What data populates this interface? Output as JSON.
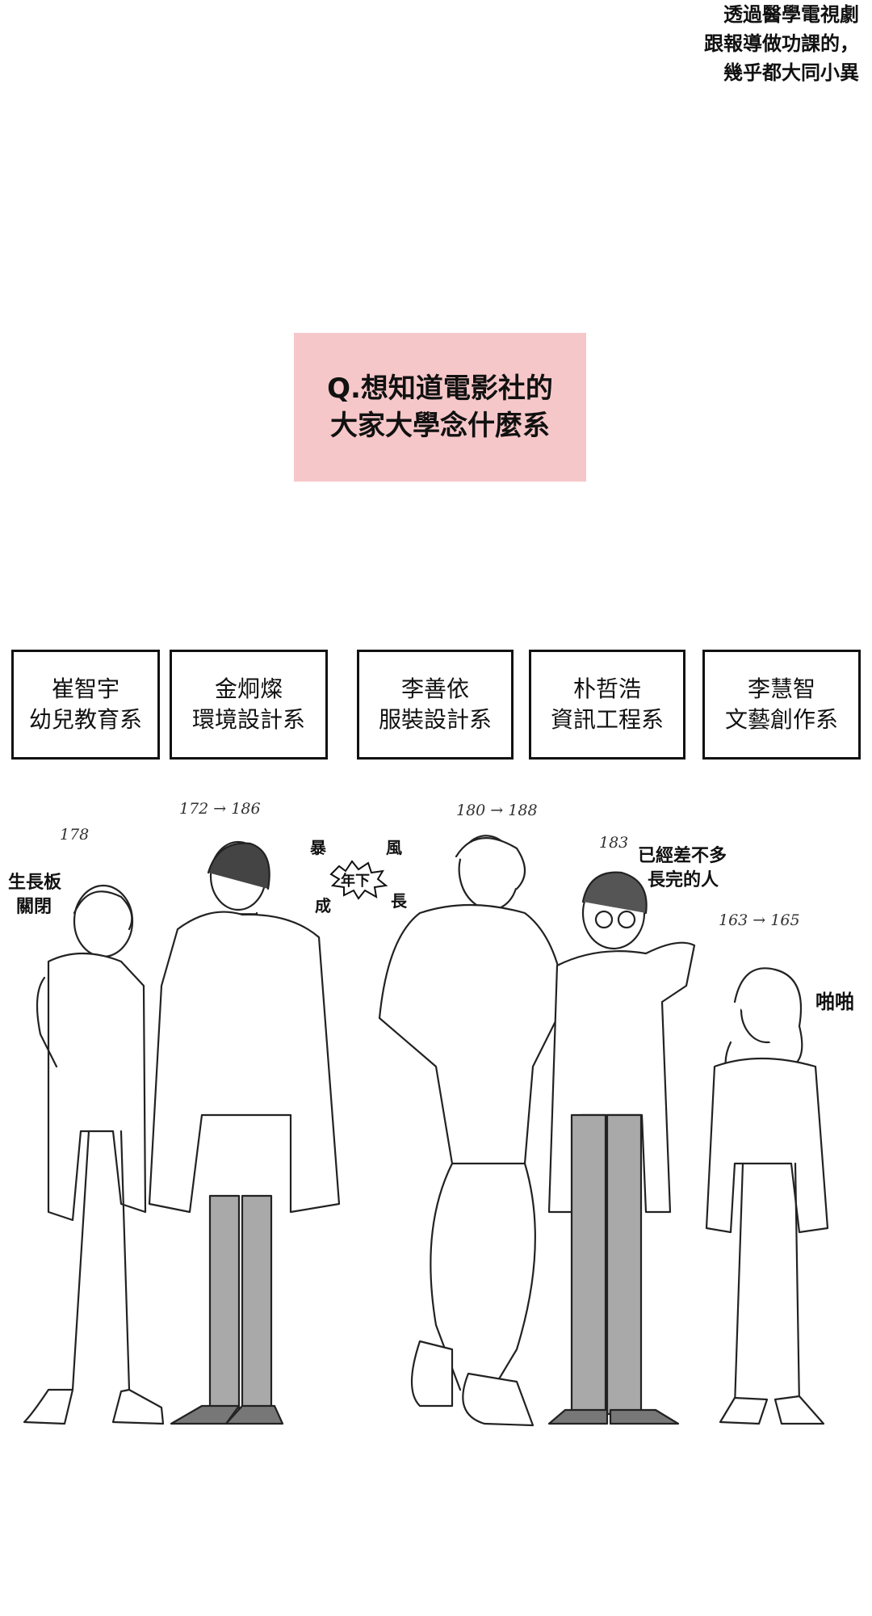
{
  "top_bubble": {
    "lines": [
      "透過醫學電視劇",
      "跟報導做功課的，",
      "幾乎都大同小異"
    ]
  },
  "question": {
    "line1": "Q.想知道電影社的",
    "line2": "大家大學念什麼系"
  },
  "characters": [
    {
      "name": "崔智宇",
      "major": "幼兒教育系",
      "height_note": "178",
      "comment": [
        "生長板",
        "關閉"
      ]
    },
    {
      "name": "金炯燦",
      "major": "環境設計系",
      "height_note": "172 → 186",
      "comment": []
    },
    {
      "name": "李善依",
      "major": "服裝設計系",
      "height_note": "180 → 188",
      "comment": []
    },
    {
      "name": "朴哲浩",
      "major": "資訊工程系",
      "height_note": "183",
      "comment": [
        "已經差不多",
        "長完的人"
      ]
    },
    {
      "name": "李慧智",
      "major": "文藝創作系",
      "height_note": "163 → 165",
      "comment": [
        "啪啪"
      ]
    }
  ],
  "growth_spurt": {
    "left_top": "暴",
    "right_top": "風",
    "center": "年下",
    "left_bottom": "成",
    "right_bottom": "長"
  },
  "colors": {
    "question_bg": "#f6c7c9",
    "ink": "#111111",
    "pants_gray": "#a9a9a9"
  }
}
